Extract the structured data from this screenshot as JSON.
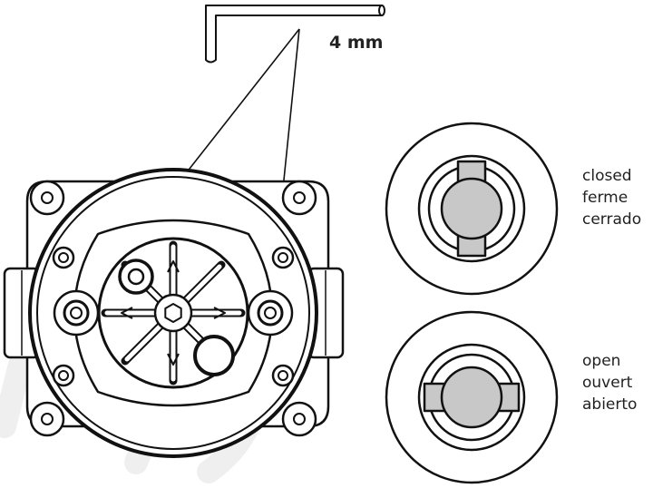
{
  "tool": {
    "size_label": "4 mm",
    "icon": "hex-key-icon"
  },
  "states": {
    "closed": {
      "lines": [
        "closed",
        "ferme",
        "cerrado"
      ],
      "icon": "valve-closed-icon"
    },
    "open": {
      "lines": [
        "open",
        "ouvert",
        "abierto"
      ],
      "icon": "valve-open-icon"
    }
  },
  "colors": {
    "stroke": "#111111",
    "fill_gray": "#c8c8c8",
    "watermark": "#eeeeee"
  }
}
